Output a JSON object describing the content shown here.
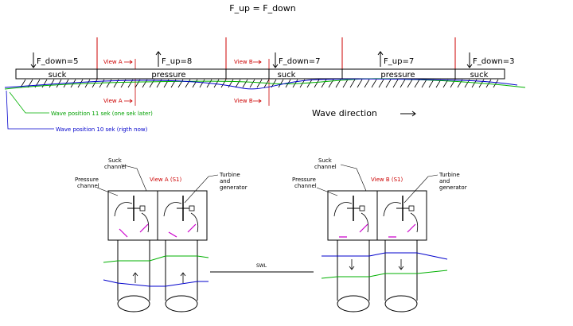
{
  "title": "F_up = F_down",
  "forces": [
    {
      "text": "F_down=5",
      "dir": "down"
    },
    {
      "text": "F_up=8",
      "dir": "up"
    },
    {
      "text": "F_down=7",
      "dir": "down"
    },
    {
      "text": "F_up=7",
      "dir": "up"
    },
    {
      "text": "F_down=3",
      "dir": "down"
    }
  ],
  "sections": [
    "suck",
    "pressure",
    "suck",
    "pressure",
    "suck"
  ],
  "view_markers": {
    "a": "View A",
    "b": "View B"
  },
  "wave_labels": {
    "later": "Wave position 11 sek (one sek later)",
    "now": "Wave position 10 sek (rigth now)"
  },
  "wave_direction": "Wave direction",
  "colors": {
    "red": "#cc0000",
    "green": "#00b000",
    "blue": "#0000cc",
    "magenta": "#cc00cc"
  },
  "view_a": {
    "title": "View A (S1)",
    "suck_channel": [
      "Suck",
      "channel"
    ],
    "pressure_channel": [
      "Pressure",
      "channel"
    ],
    "turbine": [
      "Turbine",
      "and",
      "generator"
    ]
  },
  "view_b": {
    "title": "View B (S1)",
    "suck_channel": [
      "Suck",
      "channel"
    ],
    "pressure_channel": [
      "Pressure",
      "channel"
    ],
    "turbine": [
      "Turbine",
      "and",
      "generator"
    ]
  },
  "swl": "SWL"
}
